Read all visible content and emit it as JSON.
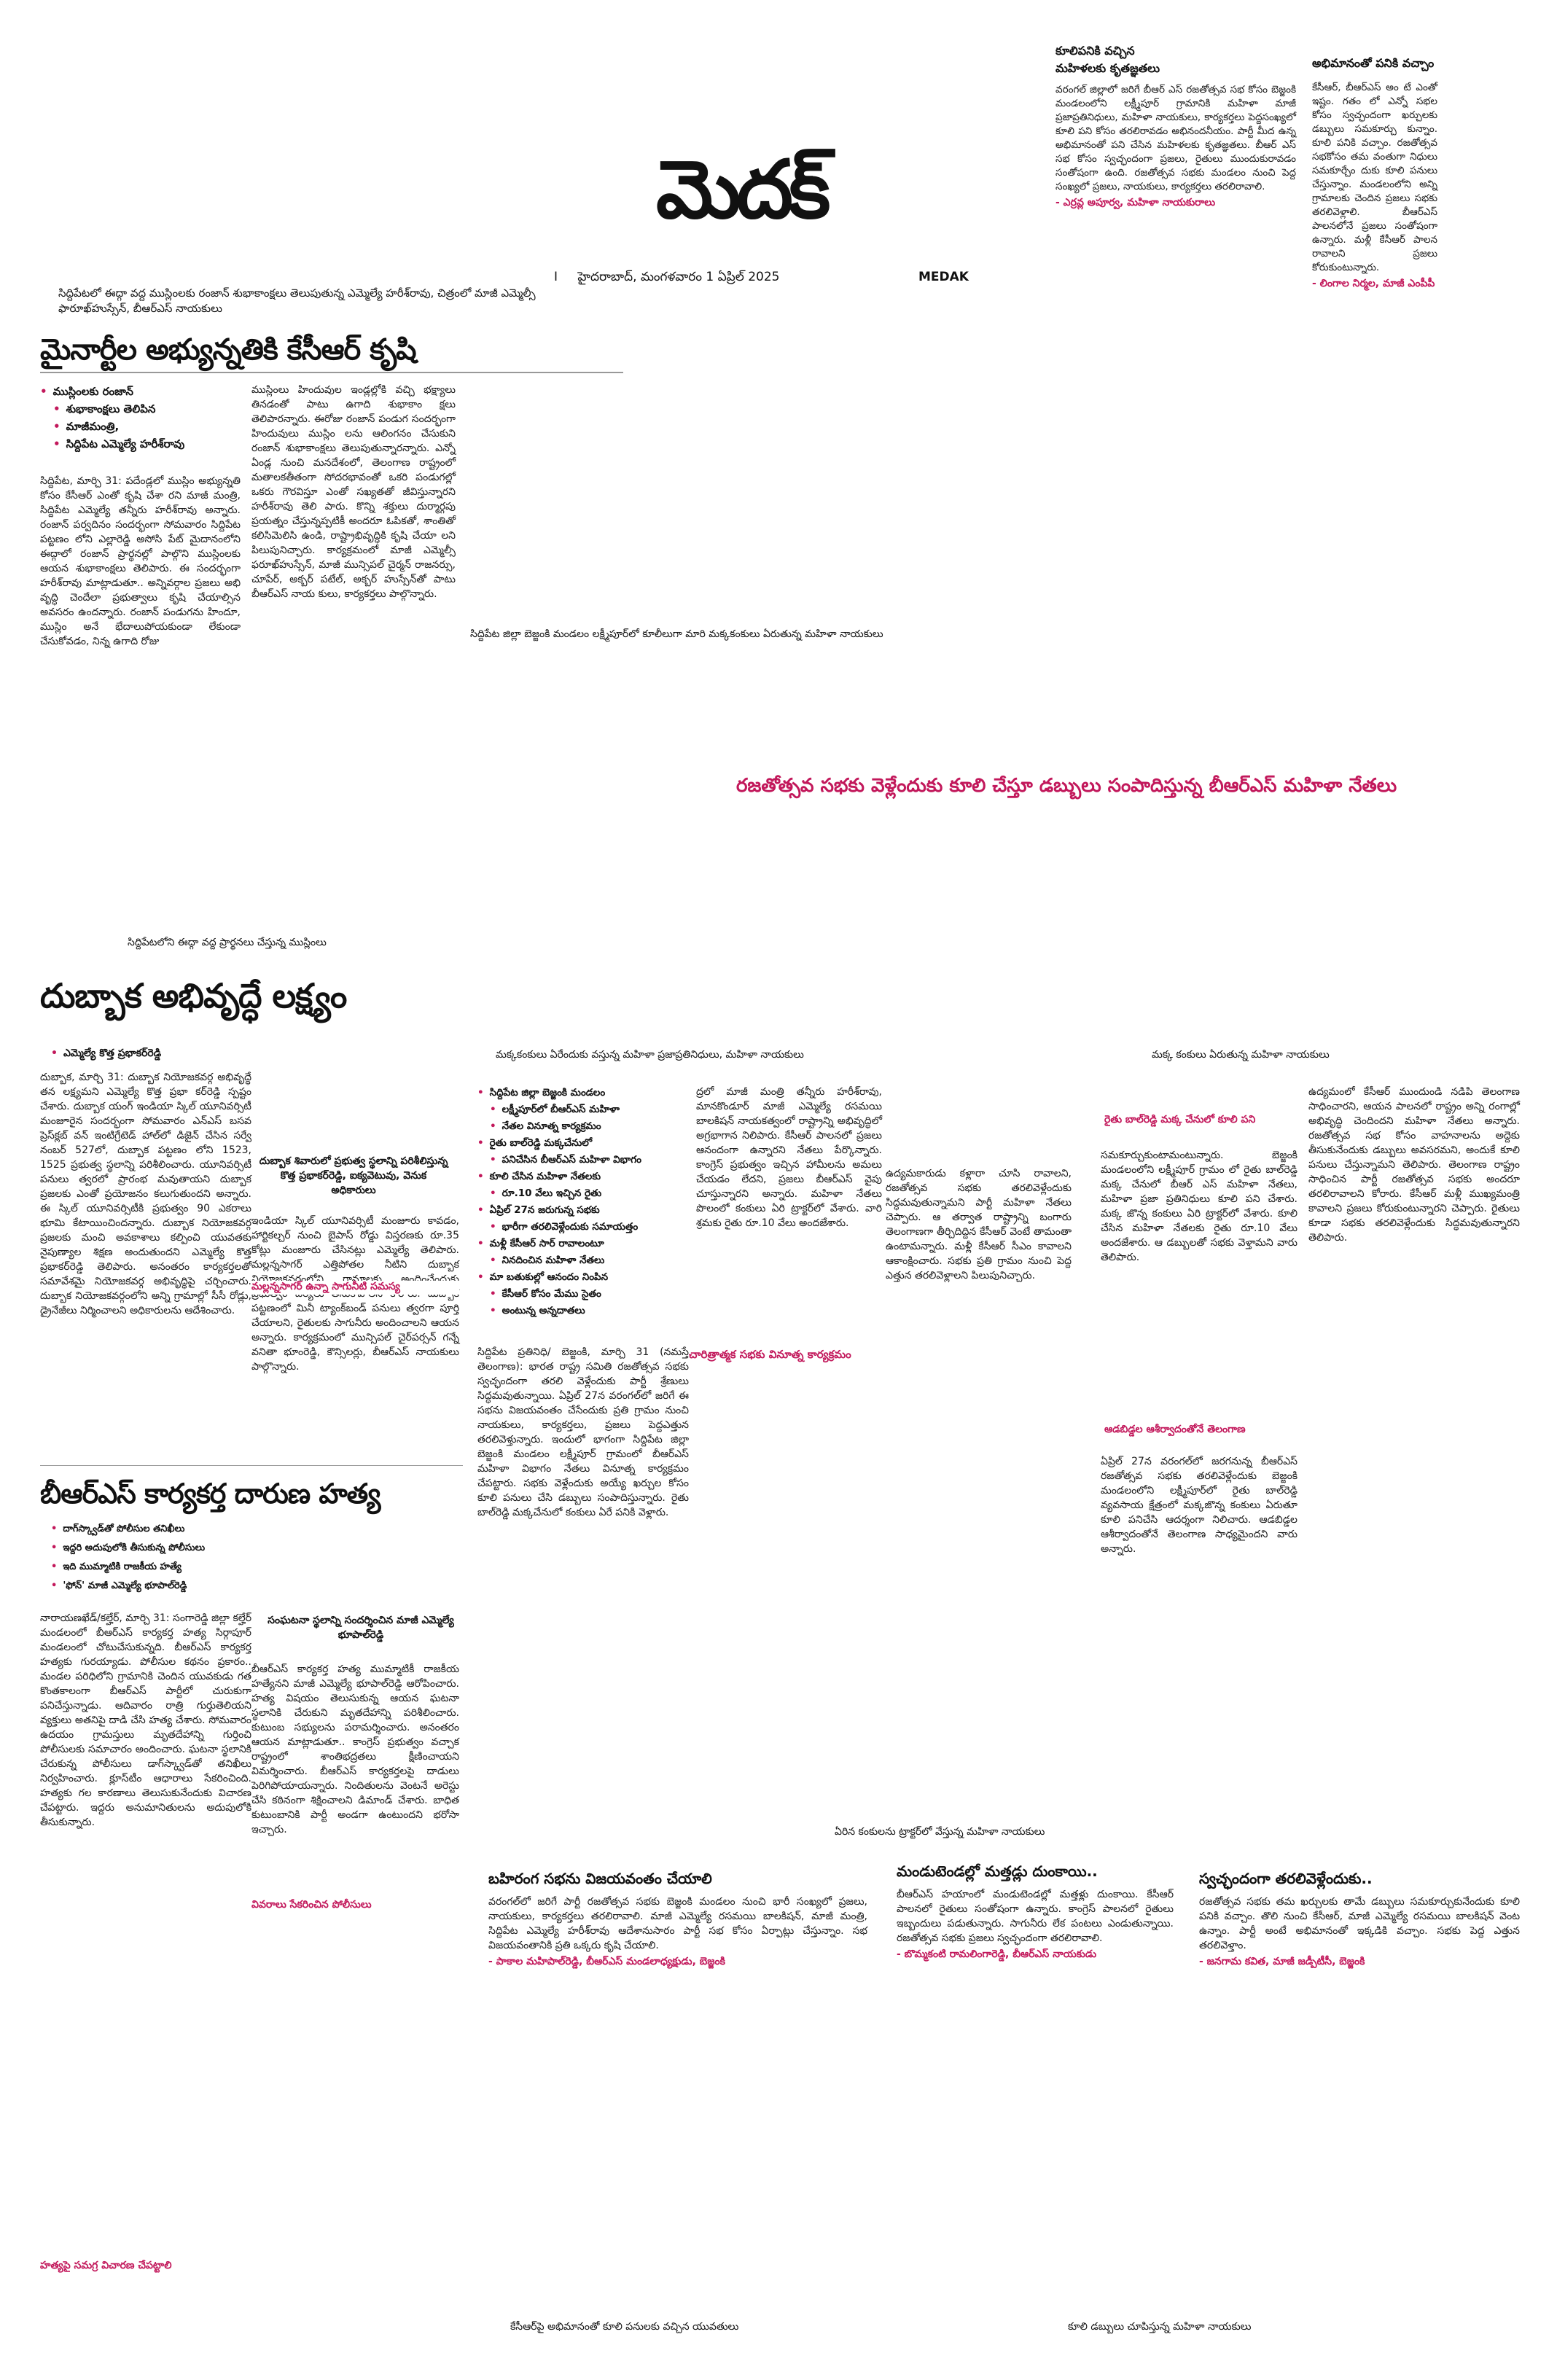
{
  "masthead": {
    "title": "మెదక్",
    "dateline": "హైదరాబాద్, మంగళవారం 1 ఏప్రిల్ 2025",
    "edition": "MEDAK",
    "page_no": "I"
  },
  "right_top": {
    "story1": {
      "heading_line1": "కూలిపనికి వచ్చిన",
      "heading_line2": "మహిళలకు కృతజ్ఞతలు",
      "body": "వరంగల్ జిల్లాలో జరిగే బీఆర్ ఎస్ రజతోత్సవ సభ కోసం బెజ్జంకి మండలంలోని లక్ష్మీపూర్ గ్రామానికి మహిళా మాజీ ప్రజాప్రతినిధులు, మహిళా నాయకులు, కార్యకర్తలు పెద్దసంఖ్యలో కూలి పని కోసం తరలిరావడం అభినందనీయం. పార్టీ మీద ఉన్న అభిమానంతో పని చేసిన మహిళలకు కృతజ్ఞతలు. బీఆర్ ఎస్ సభ కోసం స్వచ్ఛందంగా ప్రజలు, రైతులు ముందుకురావడం సంతోషంగా ఉంది. రజతోత్సవ సభకు మండలం నుంచి పెద్ద సంఖ్యలో ప్రజలు, నాయకులు, కార్యకర్తలు తరలిరావాలి.",
      "byline": "- ఎర్రవ్ల అపూర్వ, మహిళా నాయకురాలు"
    },
    "story2": {
      "heading": "అభిమానంతో పనికి వచ్చాం",
      "body": "కేసీఆర్, బీఆర్ఎస్ అం టే ఎంతో ఇష్టం. గతం లో ఎన్నో సభల కోసం స్వచ్ఛందంగా ఖర్చులకు డబ్బులు సమకూర్చు కున్నాం. కూలి పనికి వచ్చాం. రజతోత్సవ సభకోసం తమ వంతుగా నిధులు సమకూర్చేం దుకు కూలి పనులు చేస్తున్నాం. మండలంలోని అన్ని గ్రామాలకు చెందిన ప్రజలు సభకు తరలివెళ్లాలి. బీఆర్ఎస్ పాలనలోనే ప్రజలు సంతోషంగా ఉన్నారు. మళ్లీ కేసీఆర్ పాలన రావాలని ప్రజలు కోరుకుంటున్నారు.",
      "byline": "- లింగాల నిర్మల, మాజీ ఎంపీపీ"
    }
  },
  "top_story": {
    "photo_caption": "సిద్దిపేటలో ఈద్గా వద్ద ముస్లింలకు రంజాన్ శుభాకాంక్షలు తెలుపుతున్న ఎమ్మెల్యే హరీశ్‌రావు, చిత్రంలో మాజీ ఎమ్మెల్సీ ఫారూఖ్‌హుస్సేన్, బీఆర్ఎస్ నాయకులు",
    "headline": "మైనార్టీల అభ్యున్నతికి కేసీఆర్ కృషి",
    "bullets": [
      "ముస్లింలకు రంజాన్",
      "శుభాకాంక్షలు తెలిపిన",
      "మాజీమంత్రి,",
      "సిద్దిపేట ఎమ్మెల్యే హరీశ్‌రావు"
    ],
    "col1": "సిద్దిపేట, మార్చి 31: పదేండ్లలో ముస్లిం అభ్యున్నతి కోసం కేసీఆర్ ఎంతో కృషి చేశా రని మాజీ మంత్రి, సిద్దిపేట ఎమ్మెల్యే తన్నీరు హరీశ్‌రావు అన్నారు. రంజాన్ పర్వదినం సందర్భంగా సోమవారం సిద్దిపేట పట్టణం లోని ఎల్లారెడ్డి అసోసి పేట్ మైదానంలోని ఈద్గాలో రంజాన్ ప్రార్థనల్లో పాల్గొని ముస్లింలకు ఆయన శుభాకాంక్షలు తెలిపారు. ఈ సందర్భంగా హరీశ్‌రావు మాట్లాడుతూ.. అన్నివర్గాల ప్రజలు అభి వృద్ధి చెందేలా ప్రభుత్వాలు కృషి చేయాల్సిన అవసరం ఉందన్నారు. రంజాన్ పండుగను హిందూ, ముస్లిం అనే భేదాలుపోయకుండా లేకుండా చేసుకోవడం, నిన్న ఉగాది రోజు",
    "col2": "ముస్లింలు హిందువుల ఇండ్లల్లోకి వచ్చి భక్ష్యాలు తినడంతో పాటు ఉగాది శుభాకాం క్షలు తెలిపారన్నారు. ఈరోజు రంజాన్ పండుగ సందర్భంగా హిందువులు ముస్లిం లను ఆలింగనం చేసుకుని రంజాన్ శుభాకాంక్షలు తెలుపుతున్నారన్నారు. ఎన్నో ఏండ్ల నుంచి మనదేశంలో, తెలంగాణ రాష్ట్రంలో మతాలకతీతంగా సోదరభావంతో ఒకరి పండుగల్లో ఒకరు గౌరవిస్తూ ఎంతో సఖ్యతతో జీవిస్తున్నారని హరీశ్‌రావు తెలి పారు. కొన్ని శక్తులు దుర్మార్గపు ప్రయత్నం చేస్తున్నప్పటికీ అందరూ ఓపికతో, శాంతితో కలిసిమెలిసి ఉండి, రాష్ట్రాభివృద్ధికి కృషి చేయా లని పిలుపునిచ్చారు. కార్యక్రమంలో మాజీ ఎమ్మెల్సీ ఫరూఖ్‌హుస్సేన్, మాజీ మున్సిపల్ చైర్మన్ రాజనర్సు, చూపేర్, అక్బర్ పటేల్, అక్బర్ హుస్సేన్‌తో పాటు బీఆర్ఎస్ నాయ కులు, కార్యకర్తలు పాల్గొన్నారు.",
    "photo2_caption": "సిద్దిపేట జిల్లా బెజ్జంకి మండలం లక్ష్మీపూర్‌లో కూలీలుగా మారి మక్కకంకులు ఏరుతున్న మహిళా నాయకులు"
  },
  "banner_headline": "రజతోత్సవ సభకు వెళ్లేందుకు కూలి చేస్తూ డబ్బులు సంపాదిస్తున్న బీఆర్ఎస్ మహిళా నేతలు",
  "dubbaka": {
    "photo_caption": "సిద్దిపేటలోని ఈద్గా వద్ద ప్రార్థనలు చేస్తున్న ముస్లింలు",
    "headline": "దుబ్బాక అభివృద్ధే లక్ష్యం",
    "bullet": "ఎమ్మెల్యే కొత్త ప్రభాకర్‌రెడ్డి",
    "col1": "దుబ్బాక, మార్చి 31: దుబ్బాక నియోజకవర్గ అభివృద్ధే తన లక్ష్యమని ఎమ్మెల్యే కొత్త ప్రభా కర్‌రెడ్డి స్పష్టం చేశారు. దుబ్బాక యంగ్ ఇండియా స్కిల్ యూనివర్సిటీ మంజూరైన సందర్భంగా సోమవారం ఎన్ఎస్ బసవ ప్రెస్‌క్లబ్ వన్ ఇంటిగ్రేటెడ్ హాల్‌లో డిజైన్ చేసిన సర్వే నంబర్ 527లో, దుబ్బాక పట్టణం లోని 1523, 1525 ప్రభుత్వ స్థలాన్ని పరిశీలించారు. యూనివర్సిటీ పనులు త్వరలో ప్రారంభ మవుతాయని దుబ్బాక ప్రజలకు ఎంతో ప్రయోజనం కలుగుతుందని అన్నారు. ఈ స్కిల్ యూనివర్సిటీకి ప్రభుత్వం 90 ఎకరాలు భూమి కేటాయించిందన్నారు. దుబ్బాక నియోజకవర్గ ప్రజలకు మంచి అవకాశాలు కల్పించి యువతకు నైపుణ్యాల శిక్షణ అందుతుందని ఎమ్మెల్యే కొత్త ప్రభాకర్‌రెడ్డి తెలిపారు. అనంతరం కార్యకర్తలతో సమావేశమై నియోజకవర్గ అభివృద్ధిపై చర్చించారు. దుబ్బాక నియోజకవర్గంలోని అన్ని గ్రామాల్లో సీసీ రోడ్లు, డ్రైనేజీలు నిర్మించాలని అధికారులను ఆదేశించారు.",
    "col2_caption": "దుబ్బాక శివారులో ప్రభుత్వ స్థలాన్ని పరిశీలిస్తున్న కొత్త ప్రభాకర్‌రెడ్డి, ఐక్యవెటువు, వెనుక అధికారులు",
    "col2": "ఇండియా స్కిల్ యూనివర్సిటీ మంజూరు కావడం, హార్టికల్చర్ నుంచి బైపాస్ రోడ్డు విస్తరణకు రూ.35 కోట్లు మంజూరు చేసినట్లు ఎమ్మెల్యే తెలిపారు. మల్లన్నసాగర్ ఎత్తిపోతల నీటిని దుబ్బాక నియోజకవర్గంలోని గ్రామాలకు అందించేందుకు ప్రభుత్వం చర్యలు తీసుకోవాలని కోరారు. దుబ్బాక పట్టణంలో మినీ ట్యాంక్‌బండ్ పనులు త్వరగా పూర్తి చేయాలని, రైతులకు సాగునీరు అందించాలని ఆయన అన్నారు. కార్యక్రమంలో మున్సిపల్ చైర్‌పర్సన్ గన్నే వనితా భూంరెడ్డి, కౌన్సిలర్లు, బీఆర్ఎస్ నాయకులు పాల్గొన్నారు.",
    "subhead": "మల్లన్నసాగర్ ఉన్నా సాగునీటి సమస్య"
  },
  "murder": {
    "headline": "బీఆర్ఎస్ కార్యకర్త దారుణ హత్య",
    "bullets": [
      "దాగ్‌స్క్వాడ్‌తో పోలీసుల తనిఖీలు",
      "ఇద్దరి అదుపులోకి తీసుకున్న పోలీసులు",
      "ఇది ముమ్మాటికి రాజకీయ హత్యే",
      "'ఫోన్' మాజీ ఎమ్మెల్యే భూపాల్‌రెడ్డి"
    ],
    "col1": "నారాయణఖేడ్/కల్హేర్, మార్చి 31: సంగారెడ్డి జిల్లా కల్హేర్ మండలంలో బీఆర్ఎస్ కార్యకర్త హత్య సిర్గాపూర్ మండలంలో చోటుచేసుకున్నది. బీఆర్ఎస్ కార్యకర్త హత్యకు గురయ్యాడు. పోలీసుల కథనం ప్రకారం.. మండల పరిధిలోని గ్రామానికి చెందిన యువకుడు గత కొంతకాలంగా బీఆర్ఎస్ పార్టీలో చురుకుగా పనిచేస్తున్నాడు. ఆదివారం రాత్రి గుర్తుతెలియని వ్యక్తులు అతనిపై దాడి చేసి హత్య చేశారు. సోమవారం ఉదయం గ్రామస్తులు మృతదేహాన్ని గుర్తించి పోలీసులకు సమాచారం అందించారు. ఘటనా స్థలానికి చేరుకున్న పోలీసులు డాగ్‌స్క్వాడ్‌తో తనిఖీలు నిర్వహించారు. క్లూస్‌టీం ఆధారాలు సేకరించింది. హత్యకు గల కారణాలు తెలుసుకునేందుకు విచారణ చేపట్టారు. ఇద్దరు అనుమానితులను అదుపులోకి తీసుకున్నారు.",
    "col1_sub": "హత్యపై సమగ్ర విచారణ చేపట్టాలి",
    "col2_caption": "సంఘటనా స్థలాన్ని సందర్శించిన మాజీ ఎమ్మెల్యే భూపాల్‌రెడ్డి",
    "col2": "బీఆర్ఎస్ కార్యకర్త హత్య ముమ్మాటికీ రాజకీయ హత్యేనని మాజీ ఎమ్మెల్యే భూపాల్‌రెడ్డి ఆరోపించారు. హత్య విషయం తెలుసుకున్న ఆయన ఘటనా స్థలానికి చేరుకుని మృతదేహాన్ని పరిశీలించారు. కుటుంబ సభ్యులను పరామర్శించారు. అనంతరం ఆయన మాట్లాడుతూ.. కాంగ్రెస్ ప్రభుత్వం వచ్చాక రాష్ట్రంలో శాంతిభద్రతలు క్షీణించాయని విమర్శించారు. బీఆర్ఎస్ కార్యకర్తలపై దాడులు పెరిగిపోయాయన్నారు. నిందితులను వెంటనే అరెస్టు చేసి కఠినంగా శిక్షించాలని డిమాండ్ చేశారు. బాధిత కుటుంబానికి పార్టీ అండగా ఉంటుందని భరోసా ఇచ్చారు.",
    "col2_sub": "వివరాలు సేకరించిన పోలీసులు"
  },
  "bottom_row": {
    "photo_caption": "ఏరిన కంకులను ట్రాక్టర్‌లో వేస్తున్న మహిళా నాయకులు",
    "story1": {
      "heading": "బహిరంగ సభను విజయవంతం చేయాలి",
      "body": "వరంగల్‌లో జరిగే పార్టీ రజతోత్సవ సభకు బెజ్జంకి మండలం నుంచి భారీ సంఖ్యలో ప్రజలు, నాయకులు, కార్యకర్తలు తరలిరావాలి. మాజీ ఎమ్మెల్యే రసమయి బాలకిషన్, మాజీ మంత్రి, సిద్దిపేట ఎమ్మెల్యే హరీశ్‌రావు ఆదేశానుసారం పార్టీ సభ కోసం ఏర్పాట్లు చేస్తున్నాం. సభ విజయవంతానికి ప్రతి ఒక్కరు కృషి చేయాలి.",
      "byline": "- పాకాల మహిపాల్‌రెడ్డి, బీఆర్ఎస్ మండలాధ్యక్షుడు, బెజ్జంకి"
    },
    "story2": {
      "heading": "మండుటెండల్లో మత్తడ్లు దుంకాయి..",
      "body": "బీఆర్ఎస్ హయాంలో మండుటెండల్లో మత్తళ్లు దుంకాయి. కేసీఆర్ పాలనలో రైతులు సంతోషంగా ఉన్నారు. కాంగ్రెస్ పాలనలో రైతులు ఇబ్బందులు పడుతున్నారు. సాగునీరు లేక పంటలు ఎండుతున్నాయి. రజతోత్సవ సభకు ప్రజలు స్వచ్ఛందంగా తరలిరావాలి.",
      "byline": "- బొమ్మకంటి రామలింగారెడ్డి, బీఆర్ఎస్ నాయకుడు"
    },
    "story3": {
      "heading": "స్వచ్ఛందంగా తరలివెళ్లేందుకు..",
      "body": "రజతోత్సవ సభకు తమ ఖర్చులకు తామే డబ్బులు సమకూర్చుకునేందుకు కూలి పనికి వచ్చాం. తొలి నుంచి కేసీఆర్, మాజీ ఎమ్మెల్యే రసమయి బాలకిషన్ వెంట ఉన్నాం. పార్టీ అంటే అభిమానంతో ఇక్కడికి వచ్చాం. సభకు పెద్ద ఎత్తున తరలివెళ్తాం.",
      "byline": "- జనగామ కవిత, మాజీ జడ్పీటీసీ, బెజ్జంకి"
    }
  },
  "center": {
    "top_caption": "మక్కకంకులు ఏరేందుకు వస్తున్న మహిళా ప్రజాప్రతినిధులు, మహిళా నాయకులు",
    "top_caption2": "మక్క కంకులు ఏరుతున్న మహిళా నాయకులు",
    "bullets": [
      "సిద్దిపేట జిల్లా బెజ్జంకి మండలం",
      "లక్ష్మీపూర్‌లో బీఆర్ఎస్ మహిళా",
      "నేతల వినూత్న కార్యక్రమం",
      "రైతు బాల్‌రెడ్డి మక్కచేనులో",
      "పనిచేసిన బీఆర్ఎస్ మహిళా విభాగం",
      "కూలి చేసిన మహిళా నేతలకు",
      "రూ.10 వేలు ఇచ్చిన రైతు",
      "ఏప్రిల్ 27న జరుగున్న సభకు",
      "భారీగా తరలివెళ్లేందుకు సమాయత్తం",
      "మళ్లీ కేసీఆర్ సార్ రావాలంటూ",
      "నినదించిన మహిళా నేతలు",
      "మా బతుకుల్లో ఆనందం నింపిన",
      "కేసీఆర్ కోసం మేము సైతం",
      "అంటున్న అన్నదాతలు"
    ],
    "col1": "సిద్దిపేట ప్రతినిధి/ బెజ్జంకి, మార్చి 31 (నమస్తే తెలంగాణ): భారత రాష్ట్ర సమితి రజతోత్సవ సభకు స్వచ్ఛందంగా తరలి వెళ్లేందుకు పార్టీ శ్రేణులు సిద్ధమవుతున్నాయి. ఏప్రిల్ 27న వరంగల్‌లో జరిగే ఈ సభను విజయవంతం చేసేందుకు ప్రతి గ్రామం నుంచి నాయకులు, కార్యకర్తలు, ప్రజలు పెద్దఎత్తున తరలివెళ్తున్నారు. ఇందులో భాగంగా సిద్దిపేట జిల్లా బెజ్జంకి మండలం లక్ష్మీపూర్ గ్రామంలో బీఆర్ఎస్ మహిళా విభాగం నేతలు వినూత్న కార్యక్రమం చేపట్టారు. సభకు వెళ్లేందుకు అయ్యే ఖర్చుల కోసం కూలి పనులు చేసి డబ్బులు సంపాదిస్తున్నారు. రైతు బాల్‌రెడ్డి మక్కచేనులో కంకులు ఏరే పనికి వెళ్లారు.",
    "subhead": "చారిత్రాత్మక సభకు వినూత్న కార్యక్రమం",
    "col2": "ద్రలో మాజీ మంత్రి తన్నీరు హరీశ్‌రావు, మానకొండూర్ మాజీ ఎమ్మెల్యే రసమయి బాలకిషన్ నాయకత్వంలో రాష్ట్రాన్ని అభివృద్ధిలో అగ్రభాగాన నిలిపారు. కేసీఆర్ పాలనలో ప్రజలు ఆనందంగా ఉన్నారని నేతలు పేర్కొన్నారు. కాంగ్రెస్ ప్రభుత్వం ఇచ్చిన హామీలను అమలు చేయడం లేదని, ప్రజలు బీఆర్ఎస్ వైపు చూస్తున్నారని అన్నారు. మహిళా నేతలు పొలంలో కంకులు ఏరి ట్రాక్టర్‌లో వేశారు. వారి శ్రమకు రైతు రూ.10 వేలు అందజేశారు.",
    "col3": "ఉద్యమకారుడు కళ్లారా చూసి రావాలని, రజతోత్సవ సభకు తరలివెళ్లేందుకు సిద్ధమవుతున్నామని పార్టీ మహిళా నేతలు చెప్పారు. ఆ తర్వాత రాష్ట్రాన్ని బంగారు తెలంగాణగా తీర్చిదిద్దిన కేసీఆర్ వెంటే తామంతా ఉంటామన్నారు. మళ్లీ కేసీఆర్ సీఎం కావాలని ఆకాంక్షించారు. సభకు ప్రతి గ్రామం నుంచి పెద్ద ఎత్తున తరలివెళ్లాలని పిలుపునిచ్చారు."
  },
  "right_mid": {
    "col1_sub1": "రైతు బాల్‌రెడ్డి మక్క చేనులో కూలి పని",
    "col1": "సమకూర్చుకుంటామంటున్నారు. బెజ్జంకి మండలంలోని లక్ష్మీపూర్ గ్రామం లో రైతు బాల్‌రెడ్డి మక్క చేనులో బీఆర్ ఎస్ మహిళా నేతలు, మహిళా ప్రజా ప్రతినిధులు కూలి పని చేశారు. మక్క జొన్న కంకులు ఏరి ట్రాక్టర్‌లో వేశారు. కూలి చేసిన మహిళా నేతలకు రైతు రూ.10 వేలు అందజేశారు. ఆ డబ్బులతో సభకు వెళ్తామని వారు తెలిపారు.",
    "col1_sub2": "ఆడబిడ్డల ఆశీర్వాదంతోనే తెలంగాణ",
    "col1b": "ఏప్రిల్ 27న వరంగల్‌లో జరగనున్న బీఆర్ఎస్ రజతోత్సవ సభకు తరలివెళ్లేందుకు బెజ్జంకి మండలంలోని లక్ష్మీపూర్‌లో రైతు బాల్‌రెడ్డి వ్యవసాయ క్షేత్రంలో మక్కజొన్న కంకులు ఏరుతూ కూలి పనిచేసి ఆదర్శంగా నిలిచారు. ఆడబిడ్డల ఆశీర్వాదంతోనే తెలంగాణ సాధ్యమైందని వారు అన్నారు.",
    "col2": "ఉద్యమంలో కేసీఆర్ ముందుండి నడిపి తెలంగాణ సాధించారని, ఆయన పాలనలో రాష్ట్రం అన్ని రంగాల్లో అభివృద్ధి చెందిందని మహిళా నేతలు అన్నారు. రజతోత్సవ సభ కోసం వాహనాలను అద్దెకు తీసుకునేందుకు డబ్బులు అవసరమని, అందుకే కూలి పనులు చేస్తున్నామని తెలిపారు. తెలంగాణ రాష్ట్రం సాధించిన పార్టీ రజతోత్సవ సభకు అందరూ తరలిరావాలని కోరారు. కేసీఆర్ మళ్లీ ముఖ్యమంత్రి కావాలని ప్రజలు కోరుకుంటున్నారని చెప్పారు. రైతులు కూడా సభకు తరలివెళ్లేందుకు సిద్ధమవుతున్నారని తెలిపారు."
  },
  "bottom_captions": {
    "left": "కేసీఆర్‌పై అభిమానంతో కూలి పనులకు వచ్చిన యువతులు",
    "right": "కూలి డబ్బులు చూపిస్తున్న మహిళా నాయకులు"
  }
}
